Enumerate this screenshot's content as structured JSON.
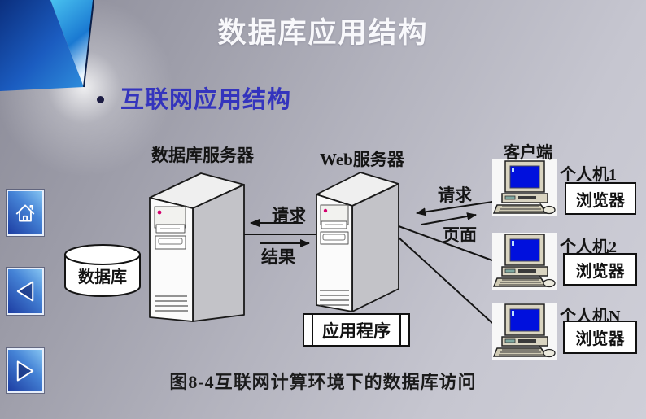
{
  "slide": {
    "title": "数据库应用结构",
    "bullet_text": "互联网应用结构",
    "caption": "图8-4互联网计算环境下的数据库访问"
  },
  "nav": {
    "home_icon": "house-icon",
    "back_icon": "left-triangle-icon",
    "forward_icon": "right-triangle-icon"
  },
  "diagram": {
    "db_server_label": "数据库服务器",
    "web_server_label": "Web服务器",
    "client_label": "客户端",
    "database_label": "数据库",
    "app_box_label": "应用程序",
    "server_link": {
      "request": "请求",
      "result": "结果"
    },
    "client_link": {
      "request": "请求",
      "page": "页面"
    },
    "clients": [
      {
        "name": "个人机1",
        "browser": "浏览器"
      },
      {
        "name": "个人机2",
        "browser": "浏览器"
      },
      {
        "name": "个人机N",
        "browser": "浏览器"
      }
    ]
  },
  "colors": {
    "title_text": "#f8f8fb",
    "bullet_blue": "#3434bd",
    "wedge_cyan": "#35b4ea",
    "wedge_dark_blue": "#0d3f9a",
    "pc_screen_blue": "#0010dd",
    "led_magenta": "#d4006e",
    "nav_button_blue": "#1d3da2",
    "outline_black": "#141414"
  }
}
